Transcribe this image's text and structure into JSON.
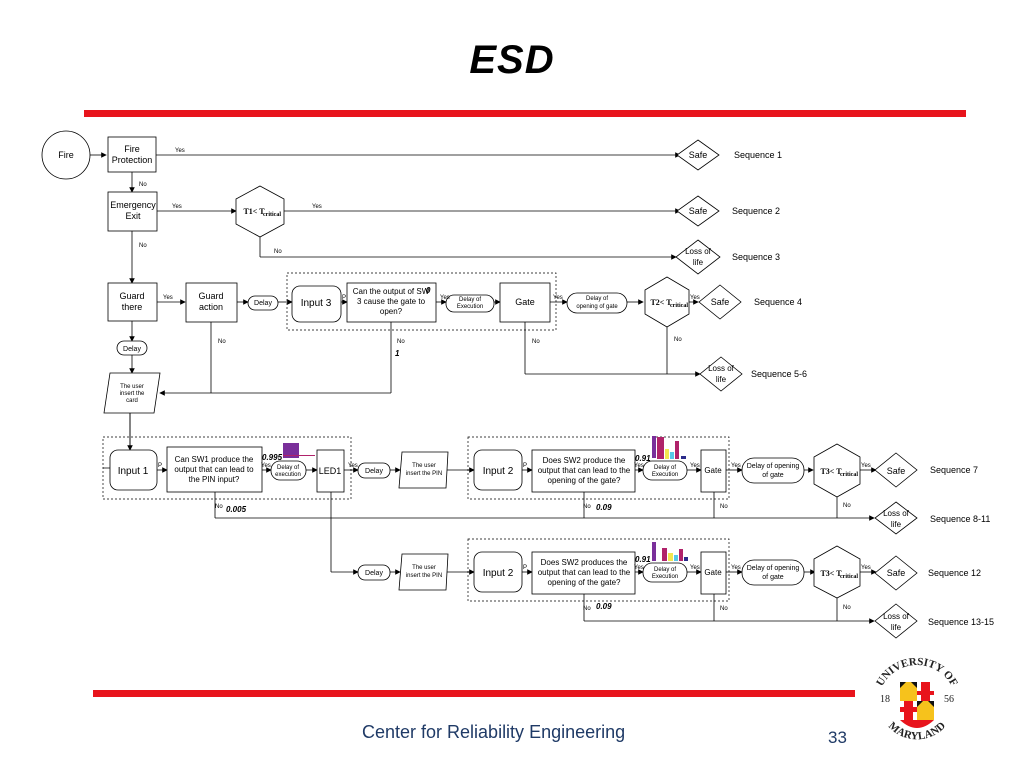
{
  "title": "ESD",
  "footer": "Center for Reliability Engineering",
  "page_number": "33",
  "logo": {
    "text_top": "UNIVERSITY OF",
    "text_bottom": "MARYLAND",
    "year_left": "18",
    "year_right": "56"
  },
  "nodes": {
    "fire": "Fire",
    "fire_protection": [
      "Fire",
      "Protection"
    ],
    "emergency_exit": [
      "Emergency",
      "Exit"
    ],
    "guard_there": [
      "Guard",
      "there"
    ],
    "guard_action": [
      "Guard",
      "action"
    ],
    "delay": "Delay",
    "input3": "Input 3",
    "q_sw3": [
      "Can the output of SW",
      "3 cause the gate to",
      "open?"
    ],
    "delay_exec": [
      "Delay of",
      "Execution"
    ],
    "delay_exec_lower": [
      "Delay of",
      "execution"
    ],
    "gate": "Gate",
    "delay_open_gate": [
      "Delay of",
      "opening of gate"
    ],
    "user_card": [
      "The user",
      "insert the",
      "card"
    ],
    "input1": "Input 1",
    "q_sw1": [
      "Can SW1 produce the",
      "output that can lead to",
      "the PIN input?"
    ],
    "led1": "LED1",
    "user_pin": [
      "The user",
      "insert the PIN"
    ],
    "input2": "Input 2",
    "q_sw2": [
      "Does SW2 produce the",
      "output that can lead to the",
      "opening of the gate?"
    ],
    "q_sw2b": [
      "Does SW2 produces the",
      "output that can lead to the",
      "opening of the gate?"
    ],
    "delay_opening_gate": [
      "Delay of opening",
      "of gate"
    ],
    "safe": "Safe",
    "loss_of_life": [
      "Loss of",
      "life"
    ],
    "t1": "T1< T",
    "t2": "T2< T",
    "t3": "T3< T",
    "critical": "critical"
  },
  "edge_labels": {
    "yes": "Yes",
    "no": "No",
    "p": "P"
  },
  "probabilities": {
    "p_sw3_yes": "0",
    "p_sw3_no": "1",
    "p_sw1_yes": "0.995",
    "p_sw1_no": "0.005",
    "p_sw2_yes": "0.91",
    "p_sw2_no": "0.09",
    "p_sw2b_yes": "0.91",
    "p_sw2b_no": "0.09"
  },
  "sequences": {
    "s1": "Sequence 1",
    "s2": "Sequence 2",
    "s3": "Sequence 3",
    "s4": "Sequence 4",
    "s56": "Sequence 5-6",
    "s7": "Sequence 7",
    "s811": "Sequence 8-11",
    "s12": "Sequence 12",
    "s1315": "Sequence 13-15"
  },
  "colors": {
    "rule": "#e8141c",
    "footer_text": "#1f3a66",
    "mini_bar_colors": [
      "#7a2f9a",
      "#b0226a",
      "#f2e650",
      "#56c8e8",
      "#2b2b8a"
    ]
  }
}
